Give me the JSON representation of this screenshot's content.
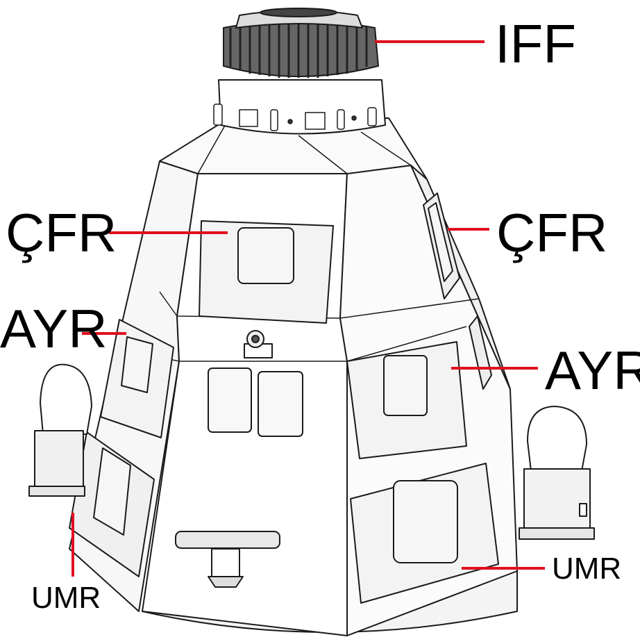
{
  "labels": {
    "iff": "IFF",
    "cfr_left": "ÇFR",
    "cfr_right": "ÇFR",
    "ayr_left": "AYR",
    "ayr_right": "AYR",
    "umr_left": "UMR",
    "umr_right": "UMR"
  },
  "colors": {
    "leader_line": "#e0101e",
    "outline": "#1a1a1a",
    "body": "#ffffff",
    "shade": "#eeeeee",
    "panel": "#f2f2f2",
    "dark": "#333333"
  }
}
